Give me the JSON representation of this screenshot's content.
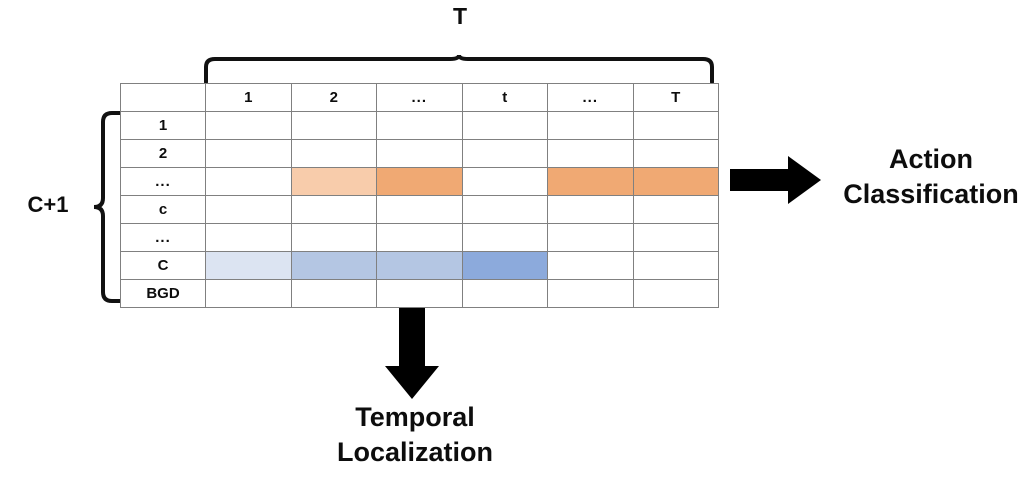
{
  "diagram": {
    "title_top_brace_label": "T",
    "left_brace_label": "C+1",
    "matrix": {
      "corner_label": "",
      "column_headers": [
        "1",
        "2",
        "...",
        "t",
        "...",
        "T"
      ],
      "row_headers": [
        "1",
        "2",
        "...",
        "c",
        "...",
        "C",
        "BGD"
      ],
      "cells": [
        [
          "",
          "",
          "",
          "",
          "",
          ""
        ],
        [
          "",
          "",
          "",
          "",
          "",
          ""
        ],
        [
          "",
          "light-orange",
          "orange",
          "",
          "orange",
          "orange"
        ],
        [
          "",
          "",
          "",
          "",
          "",
          ""
        ],
        [
          "",
          "",
          "",
          "",
          "",
          ""
        ],
        [
          "light-blue",
          "blue",
          "blue",
          "dark-blue",
          "",
          ""
        ],
        [
          "",
          "",
          "",
          "",
          "",
          ""
        ]
      ]
    },
    "outputs": {
      "right": {
        "arrow": "arrow-right-icon",
        "line1": "Action",
        "line2": "Classification"
      },
      "bottom": {
        "arrow": "arrow-down-icon",
        "line1": "Temporal",
        "line2": "Localization"
      }
    },
    "colors": {
      "light-orange": "#F8CCAB",
      "orange": "#F0A973",
      "light-blue": "#DCE4F2",
      "blue": "#B4C6E3",
      "dark-blue": "#8CAADC",
      "grid-line": "#808080",
      "ink": "#0D0D0D",
      "background": "#FFFFFF"
    }
  }
}
